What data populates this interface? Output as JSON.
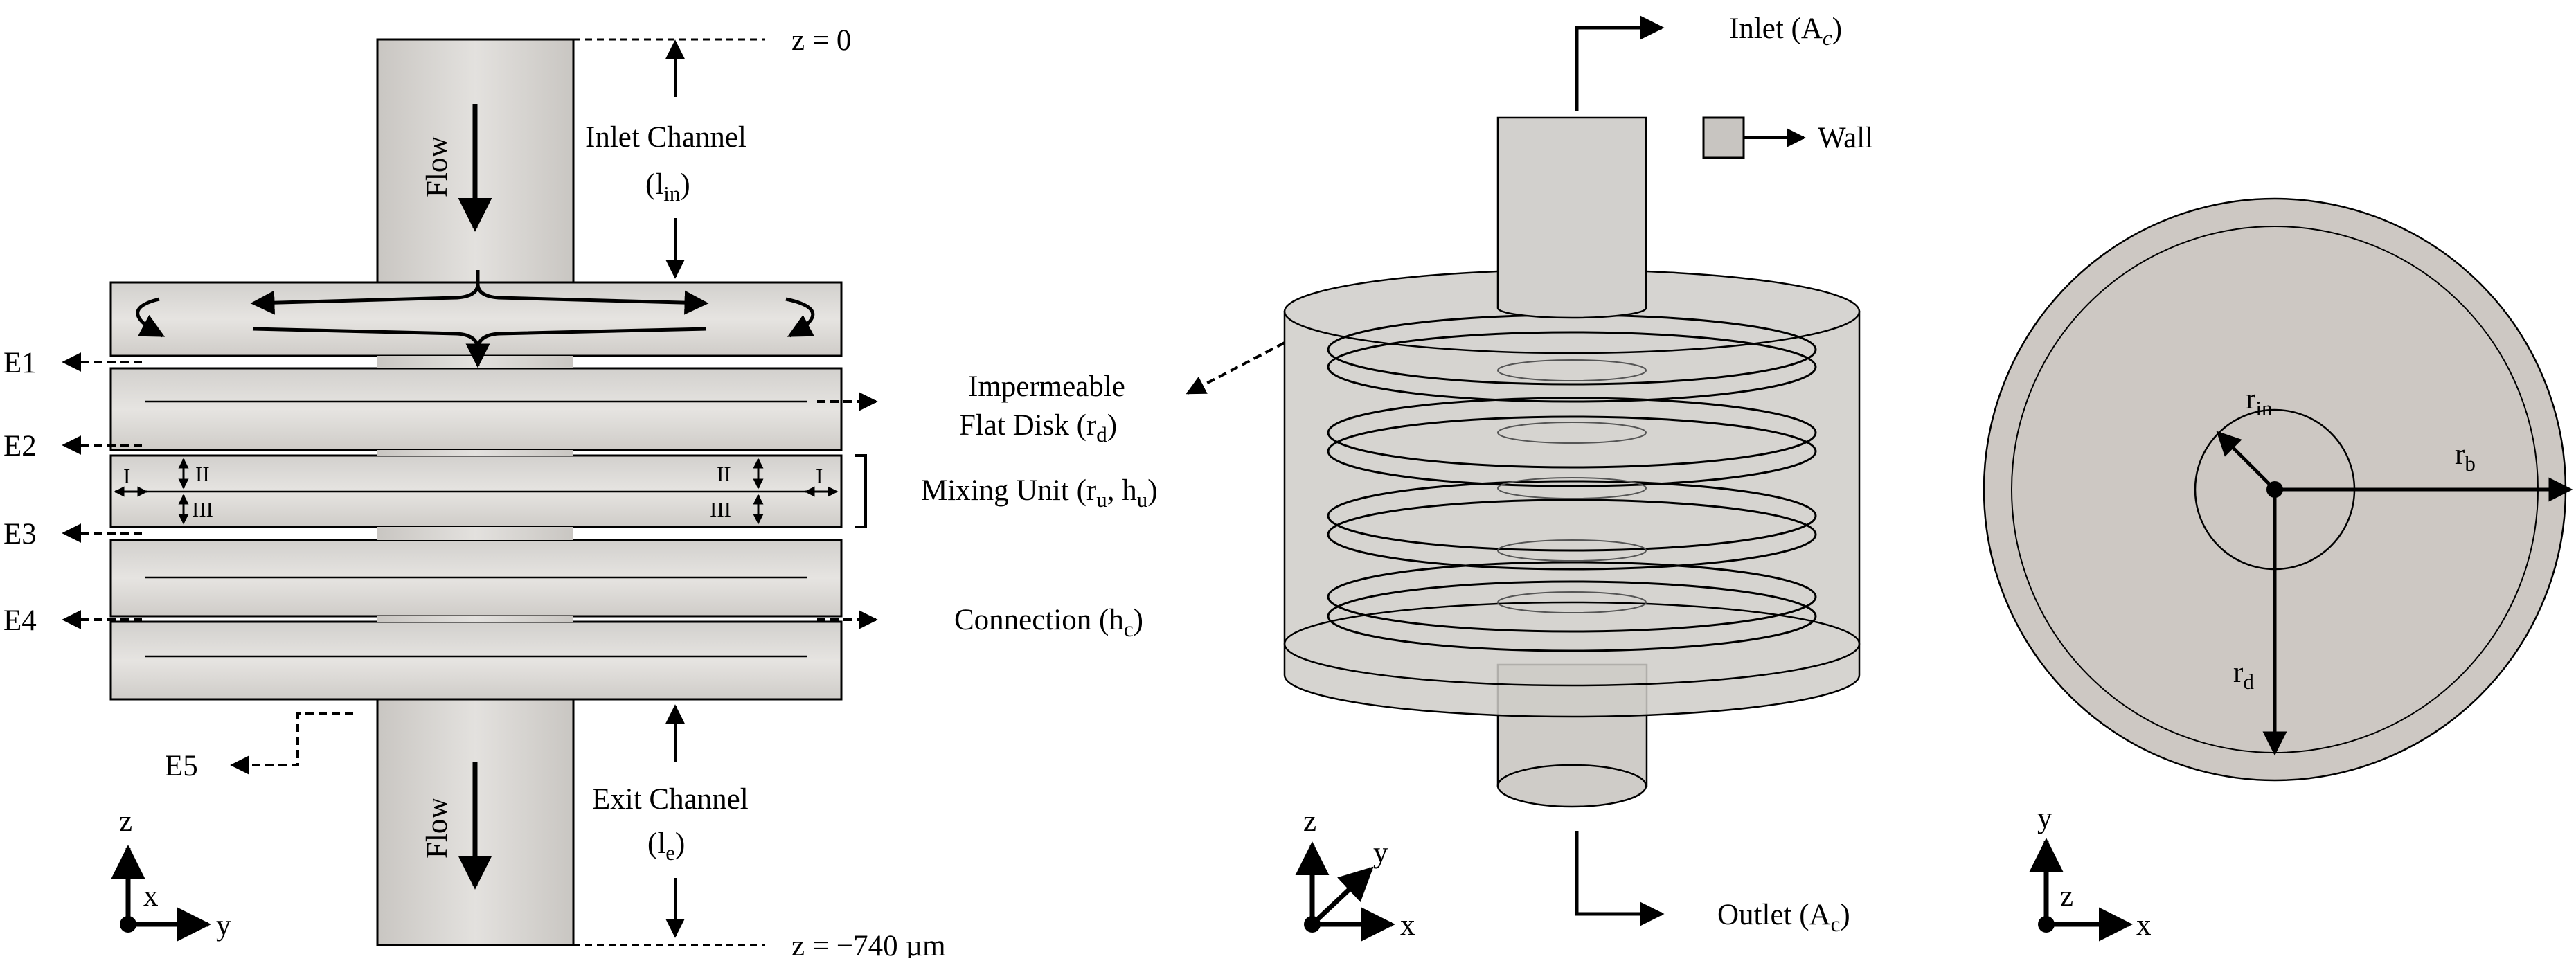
{
  "colors": {
    "fill_light": "#d6d4d1",
    "fill_mid": "#c8c5c1",
    "fill_disk": "#cdc8c3",
    "stroke": "#000000",
    "background": "#ffffff"
  },
  "left": {
    "z_top": "z = 0",
    "z_bottom": "z = −740 µm",
    "flow_top": "Flow",
    "flow_bottom": "Flow",
    "inlet_channel": "Inlet Channel",
    "inlet_len_main": "l",
    "inlet_len_sub": "in",
    "disk_main": "Impermeable",
    "disk_line2": "Flat Disk (r",
    "disk_sub": "d",
    "disk_close": ")",
    "mixing_main": "Mixing Unit (r",
    "mixing_sub1": "u",
    "mixing_mid": ", h",
    "mixing_sub2": "u",
    "mixing_close": ")",
    "connection_main": "Connection (h",
    "connection_sub": "c",
    "connection_close": ")",
    "exit_channel": "Exit Channel",
    "exit_len_main": "(l",
    "exit_len_sub": "e",
    "exit_len_close": ")",
    "exits": [
      "E1",
      "E2",
      "E3",
      "E4",
      "E5"
    ],
    "regions": [
      "I",
      "II",
      "III",
      "II",
      "I",
      "III"
    ],
    "axis": {
      "vertical": "z",
      "horizontal": "y",
      "out": "x"
    }
  },
  "middle": {
    "inlet_main": "Inlet (A",
    "inlet_sub": "c",
    "inlet_close": ")",
    "wall": "Wall",
    "outlet_main": "Outlet (A",
    "outlet_sub": "c",
    "outlet_close": ")",
    "axis": {
      "vertical": "z",
      "diag": "y",
      "horizontal": "x"
    }
  },
  "right": {
    "r_in_main": "r",
    "r_in_sub": "in",
    "r_b_main": "r",
    "r_b_sub": "b",
    "r_d_main": "r",
    "r_d_sub": "d",
    "axis": {
      "vertical": "y",
      "horizontal": "x",
      "out": "z"
    }
  }
}
